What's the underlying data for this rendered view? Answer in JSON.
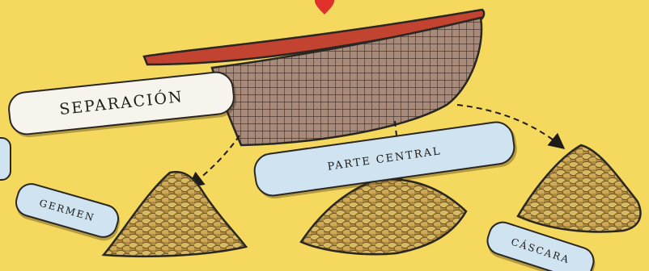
{
  "labels": {
    "separation": "SEPARACIÓN",
    "germ": "GERMEN",
    "central_part": "PARTE CENTRAL",
    "husk": "CÁSCARA"
  },
  "colors": {
    "background": "#f4d95e",
    "sieve_rim": "#c2432f",
    "heart": "#e0302b",
    "label_white": "#f7f4ee",
    "label_blue": "#cfe3f0",
    "grain": "#c9a34c"
  },
  "icons": [
    "heart-icon",
    "sieve-icon",
    "grain-pile-icon",
    "arrow-icon"
  ]
}
